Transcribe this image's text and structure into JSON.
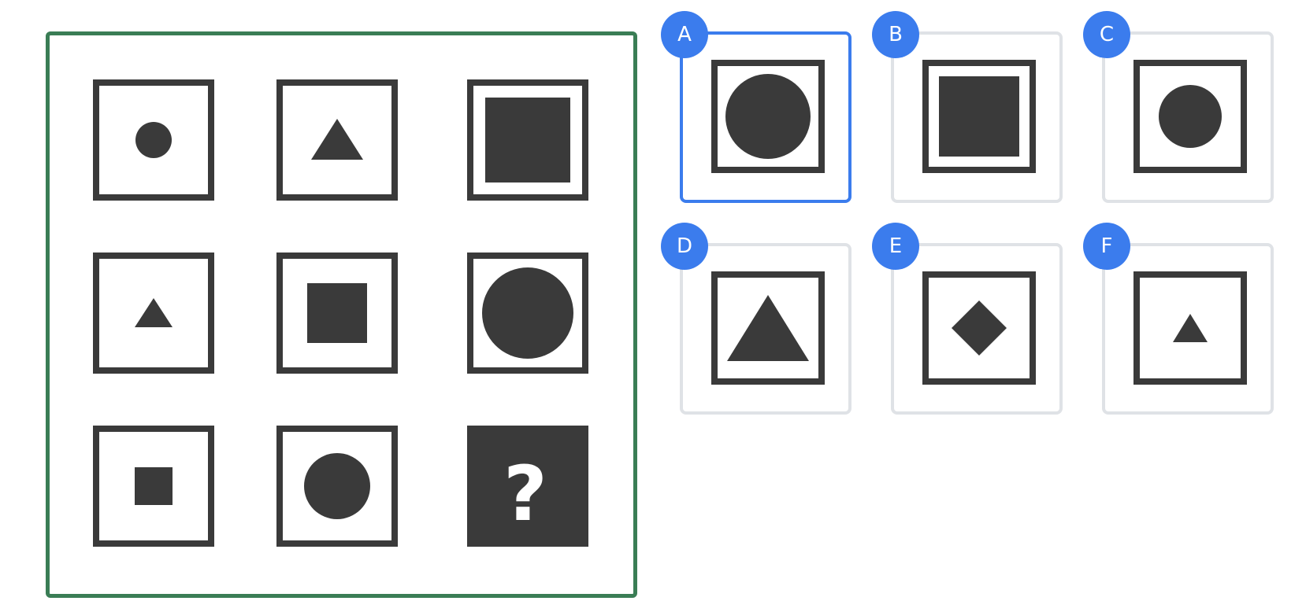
{
  "puzzle": {
    "missing_symbol": "?",
    "frame_color": "#3a7d55",
    "cells": [
      {
        "icon": "circle-icon"
      },
      {
        "icon": "triangle-icon"
      },
      {
        "icon": "square-icon"
      },
      {
        "icon": "triangle-icon"
      },
      {
        "icon": "square-icon"
      },
      {
        "icon": "circle-icon"
      },
      {
        "icon": "square-icon"
      },
      {
        "icon": "circle-icon"
      },
      {
        "icon": "question-icon"
      }
    ]
  },
  "options": {
    "selected": "A",
    "accent_color": "#3b7ced",
    "items": [
      {
        "label": "A",
        "icon": "circle-icon"
      },
      {
        "label": "B",
        "icon": "square-icon"
      },
      {
        "label": "C",
        "icon": "circle-icon"
      },
      {
        "label": "D",
        "icon": "triangle-icon"
      },
      {
        "label": "E",
        "icon": "diamond-icon"
      },
      {
        "label": "F",
        "icon": "triangle-icon"
      }
    ]
  }
}
